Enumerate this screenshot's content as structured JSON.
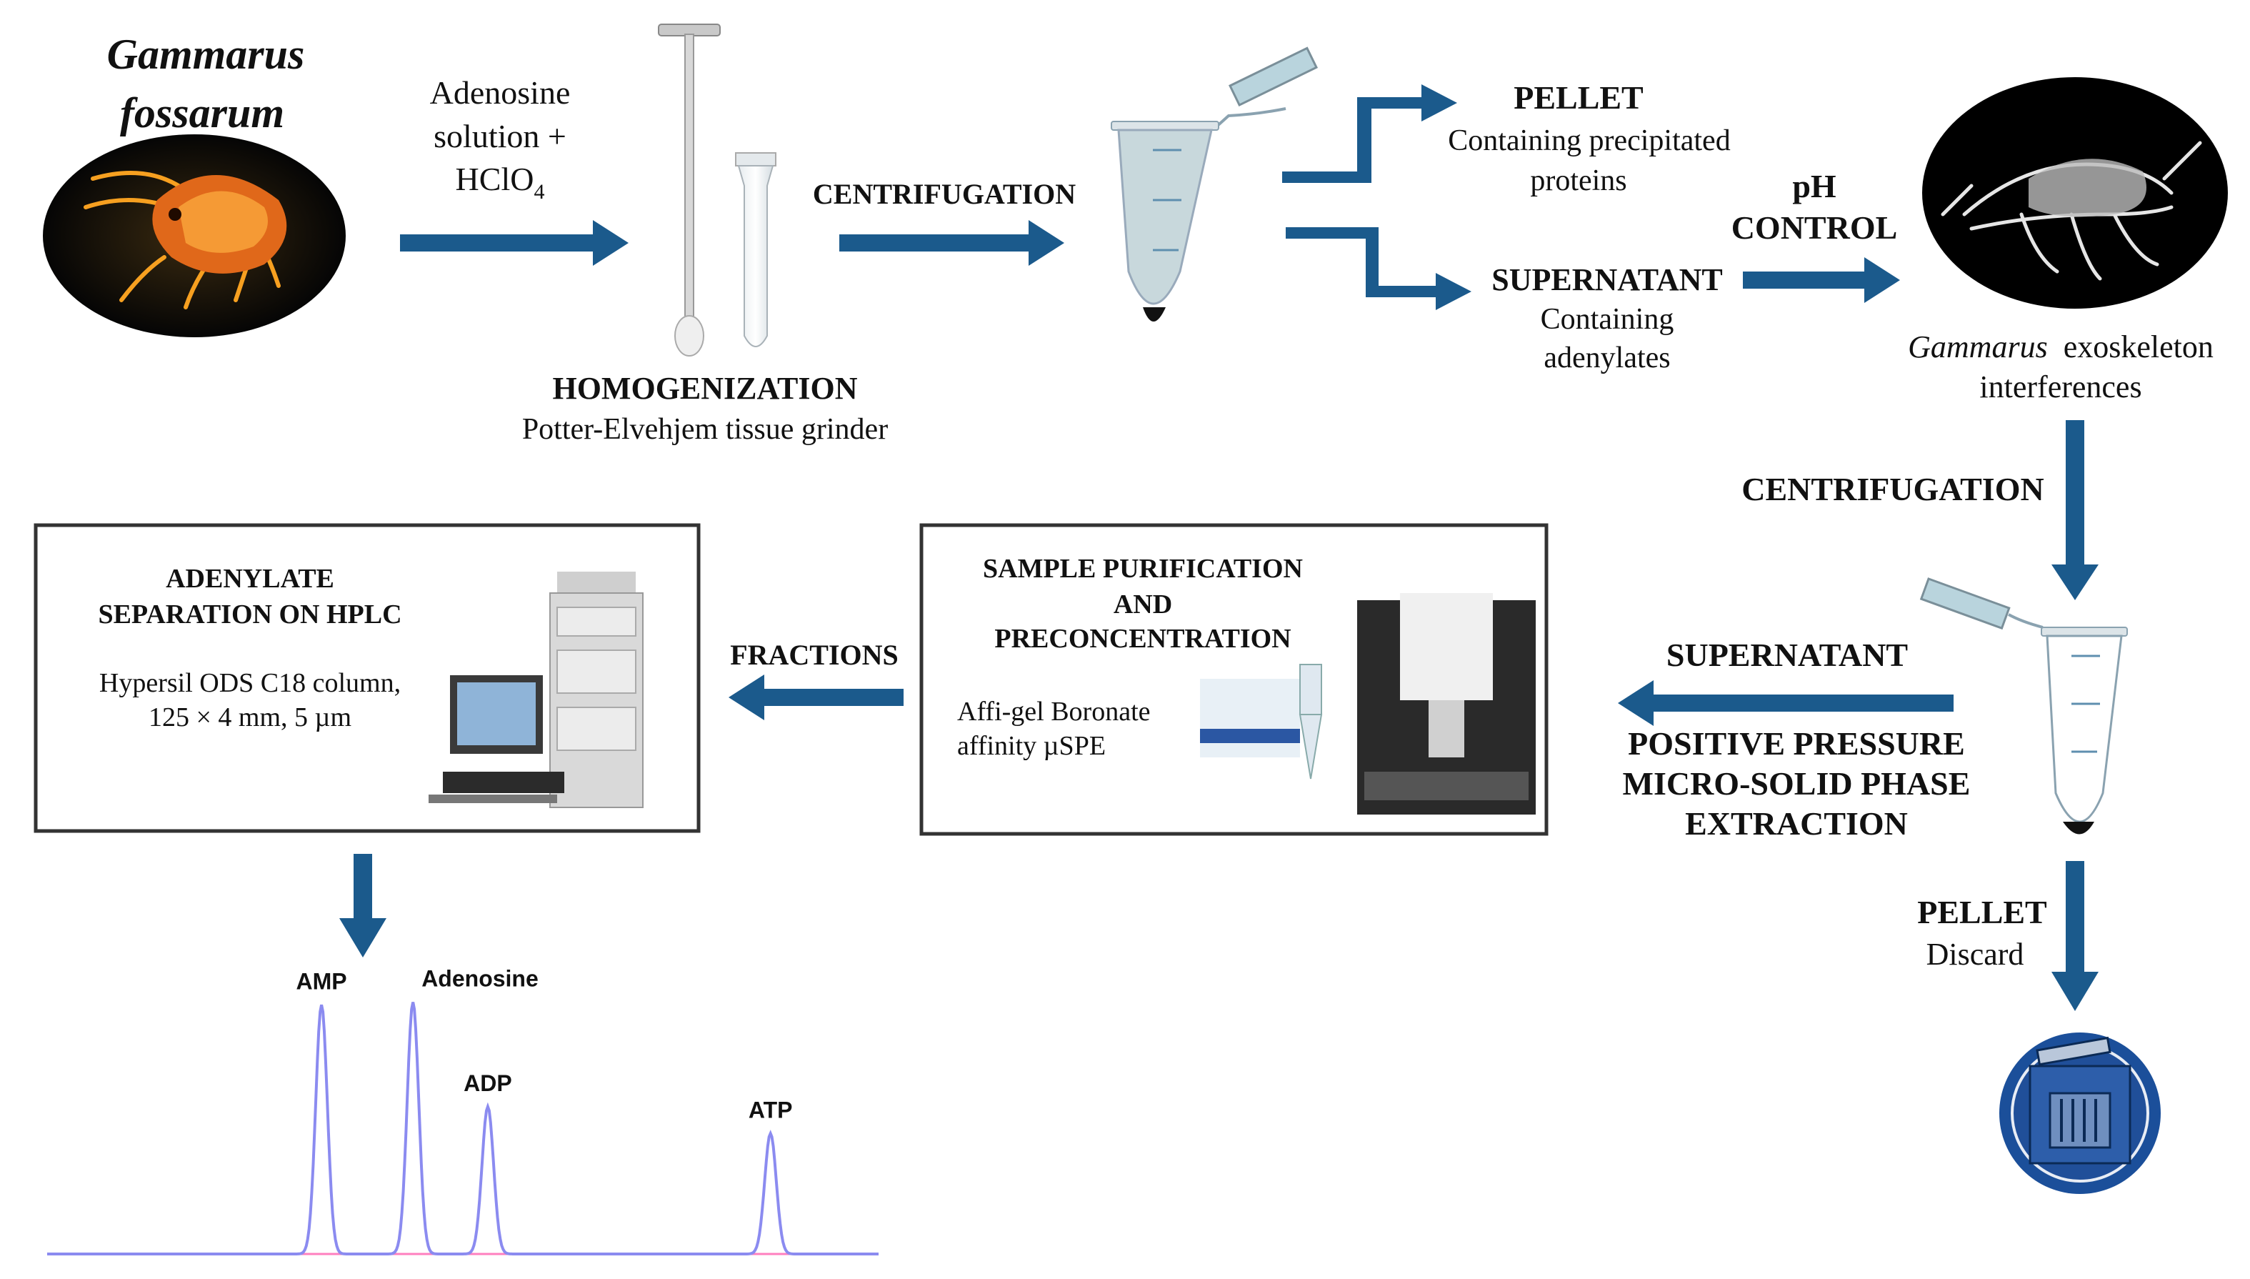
{
  "colors": {
    "arrow": "#1b5a8c",
    "text": "#111111",
    "box_border": "#333333",
    "trace": "#8b8bf0",
    "baseline": "#ff7fbf",
    "bin_circle": "#1b4f9a"
  },
  "organism": {
    "title_line1": "Gammarus",
    "title_line2": "fossarum"
  },
  "reagent": {
    "line1": "Adenosine",
    "line2": "solution +",
    "line3_main": "HClO",
    "line3_sub": "4"
  },
  "step_centrifugation_1": "CENTRIFUGATION",
  "homogenization": {
    "title": "HOMOGENIZATION",
    "subtitle": "Potter-Elvehjem tissue grinder"
  },
  "pellet_1": {
    "title": "PELLET",
    "line1": "Containing precipitated",
    "line2": "proteins"
  },
  "supernatant_1": {
    "title": "SUPERNATANT",
    "line1": "Containing",
    "line2": "adenylates"
  },
  "ph_control": {
    "line1": "pH",
    "line2": "CONTROL"
  },
  "exoskeleton": {
    "italic": "Gammarus",
    "rest": "exoskeleton",
    "line2": "interferences"
  },
  "step_centrifugation_2": "CENTRIFUGATION",
  "supernatant_2": "SUPERNATANT",
  "spe": {
    "line1": "POSITIVE PRESSURE",
    "line2": "MICRO-SOLID PHASE",
    "line3": "EXTRACTION"
  },
  "pellet_2": {
    "title": "PELLET",
    "line1": "Discard"
  },
  "purification_box": {
    "title1": "SAMPLE PURIFICATION",
    "title2": "AND",
    "title3": "PRECONCENTRATION",
    "line1": "Affi-gel Boronate",
    "line2": "affinity µSPE"
  },
  "fractions": "FRACTIONS",
  "hplc_box": {
    "title1": "ADENYLATE",
    "title2": "SEPARATION ON HPLC",
    "line1": "Hypersil ODS C18 column,",
    "line2": "125 × 4 mm, 5 µm"
  },
  "icons": {
    "organism": "gammarus-photo-icon",
    "grinder": "tissue-grinder-icon",
    "tube": "centrifuge-tube-icon",
    "xray": "exoskeleton-xray-icon",
    "hplc": "hplc-instrument-icon",
    "spe": "spe-instrument-icon",
    "bin": "trash-bin-icon"
  },
  "chart_data": {
    "type": "line",
    "title": "",
    "xlabel": "",
    "ylabel": "",
    "peaks": [
      {
        "name": "AMP",
        "x": 0.33,
        "height": 0.93
      },
      {
        "name": "Adenosine",
        "x": 0.44,
        "height": 0.94
      },
      {
        "name": "ADP",
        "x": 0.53,
        "height": 0.55
      },
      {
        "name": "ATP",
        "x": 0.87,
        "height": 0.45
      }
    ]
  }
}
